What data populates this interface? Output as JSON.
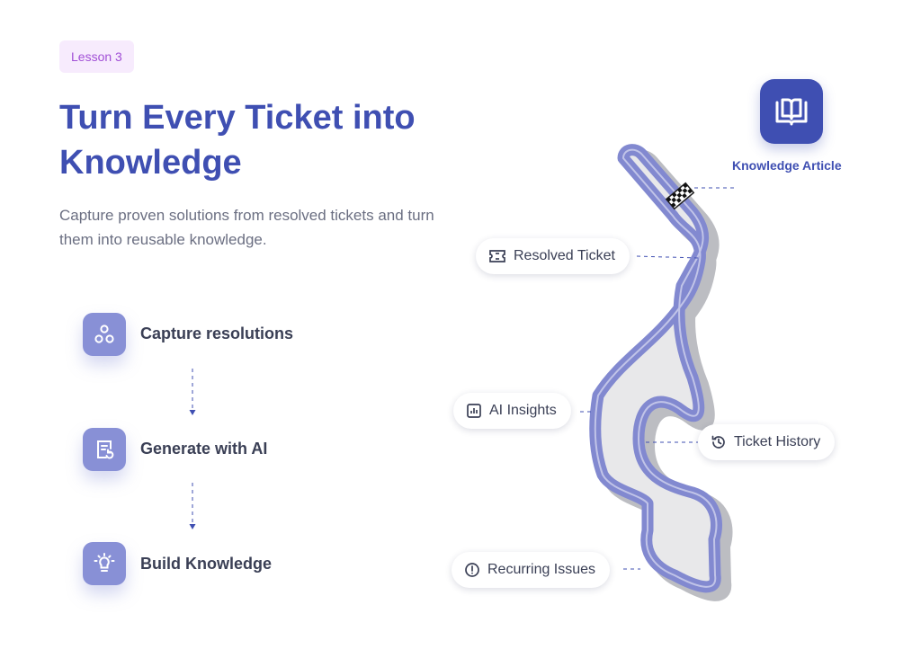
{
  "lesson_badge": "Lesson 3",
  "title": "Turn Every Ticket into Knowledge",
  "subtitle": "Capture proven solutions from resolved tickets and turn them into reusable knowledge.",
  "steps": [
    {
      "label": "Capture resolutions",
      "icon": "nodes-icon"
    },
    {
      "label": "Generate with AI",
      "icon": "document-refresh-icon"
    },
    {
      "label": "Build Knowledge",
      "icon": "lightbulb-icon"
    }
  ],
  "track_labels": {
    "resolved_ticket": "Resolved Ticket",
    "ai_insights": "AI Insights",
    "ticket_history": "Ticket History",
    "recurring_issues": "Recurring Issues"
  },
  "destination": {
    "label": "Knowledge Article",
    "icon": "book-icon"
  },
  "colors": {
    "primary": "#3f4fb2",
    "accent_purple": "#8890d6",
    "badge_bg": "#f7ebfd",
    "badge_text": "#a14fd6",
    "track_fill": "#e8e8ea",
    "track_outline": "#8289d0",
    "track_shadow": "#b8b9be"
  }
}
